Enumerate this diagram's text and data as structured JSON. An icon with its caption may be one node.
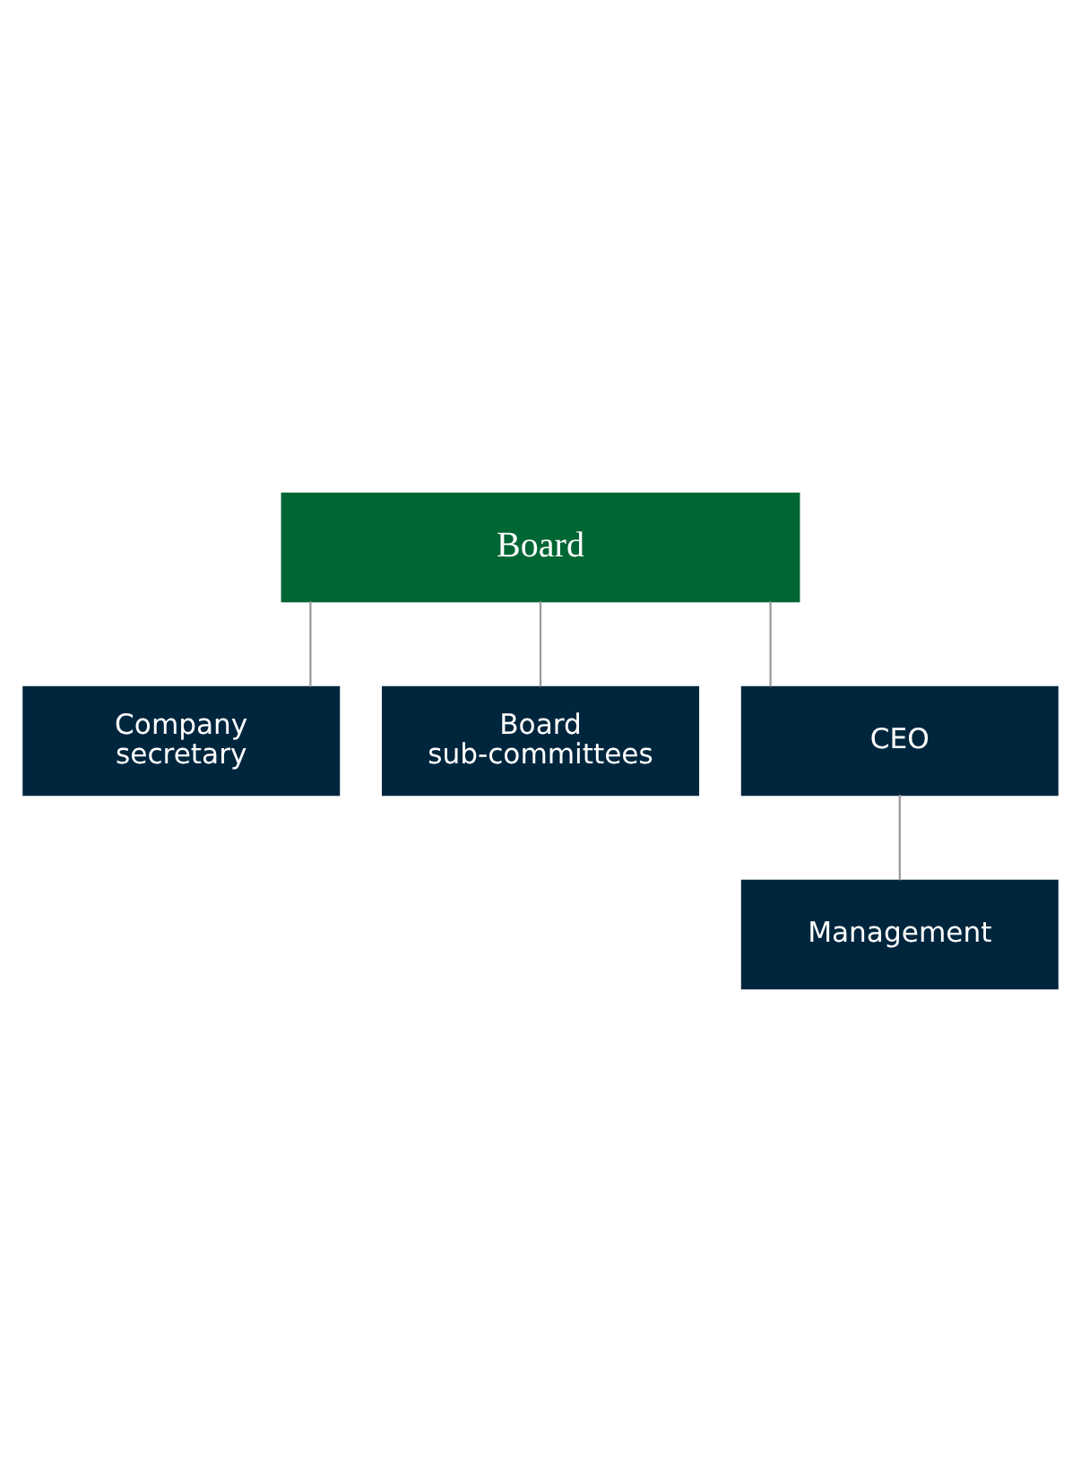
{
  "diagram": {
    "nodes": [
      {
        "text": [
          "Board"
        ]
      },
      {
        "text": [
          "Company secretary"
        ]
      },
      {
        "text": [
          "Board sub-committees"
        ]
      },
      {
        "text": [
          "CEO"
        ]
      },
      {
        "text": [
          "Management"
        ]
      }
    ],
    "edges": [
      {
        "from": 0,
        "to": 1,
        "arrow": "none"
      },
      {
        "from": 0,
        "to": 2,
        "arrow": "none"
      },
      {
        "from": 0,
        "to": 3,
        "arrow": "none"
      },
      {
        "from": 3,
        "to": 4,
        "arrow": "none"
      }
    ]
  }
}
